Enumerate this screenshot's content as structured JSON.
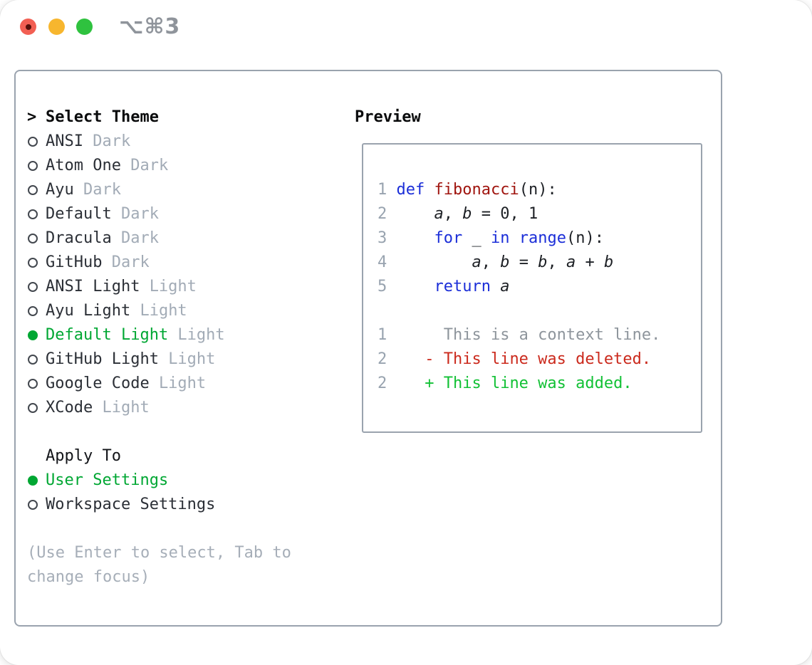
{
  "window": {
    "shortcut_label": "⌥⌘3",
    "controls": [
      "close",
      "minimize",
      "zoom"
    ]
  },
  "colors": {
    "green": "#00a733",
    "addgreen": "#12c135",
    "red": "#cb2a1d",
    "darkred": "#a0150f",
    "blue": "#1b2ed8",
    "border": "#9aa3ae",
    "muted": "#a2abb6",
    "hint": "#a6aeb8",
    "num": "#98a3af",
    "ctx": "#8e959c",
    "tl-red": "#f25f53",
    "tl-red-dot": "#55100a",
    "tl-yellow": "#f7b62e",
    "tl-green": "#2fc23f"
  },
  "left": {
    "title": "Select Theme",
    "cursor": ">",
    "themes": [
      {
        "name": "ANSI",
        "variant": "Dark",
        "selected": false
      },
      {
        "name": "Atom One",
        "variant": "Dark",
        "selected": false
      },
      {
        "name": "Ayu",
        "variant": "Dark",
        "selected": false
      },
      {
        "name": "Default",
        "variant": "Dark",
        "selected": false
      },
      {
        "name": "Dracula",
        "variant": "Dark",
        "selected": false
      },
      {
        "name": "GitHub",
        "variant": "Dark",
        "selected": false
      },
      {
        "name": "ANSI Light",
        "variant": "Light",
        "selected": false
      },
      {
        "name": "Ayu Light",
        "variant": "Light",
        "selected": false
      },
      {
        "name": "Default Light",
        "variant": "Light",
        "selected": true
      },
      {
        "name": "GitHub Light",
        "variant": "Light",
        "selected": false
      },
      {
        "name": "Google Code",
        "variant": "Light",
        "selected": false
      },
      {
        "name": "XCode",
        "variant": "Light",
        "selected": false
      }
    ],
    "apply_title": "Apply To",
    "apply_options": [
      {
        "label": "User Settings",
        "selected": true
      },
      {
        "label": "Workspace Settings",
        "selected": false
      }
    ],
    "hint": "(Use Enter to select, Tab to change focus)"
  },
  "preview": {
    "title": "Preview",
    "lines": [
      [
        {
          "t": "1 ",
          "c": "num"
        },
        {
          "t": "def",
          "c": "kw"
        },
        {
          "t": " ",
          "c": "plain"
        },
        {
          "t": "fibonacci",
          "c": "fn"
        },
        {
          "t": "(n):",
          "c": "plain"
        }
      ],
      [
        {
          "t": "2 ",
          "c": "num"
        },
        {
          "t": "    ",
          "c": "plain"
        },
        {
          "t": "a",
          "c": "var"
        },
        {
          "t": ", ",
          "c": "plain"
        },
        {
          "t": "b",
          "c": "var"
        },
        {
          "t": " = 0, 1",
          "c": "plain"
        }
      ],
      [
        {
          "t": "3 ",
          "c": "num"
        },
        {
          "t": "    ",
          "c": "plain"
        },
        {
          "t": "for",
          "c": "kw"
        },
        {
          "t": " _ ",
          "c": "plain"
        },
        {
          "t": "in",
          "c": "kw"
        },
        {
          "t": " ",
          "c": "plain"
        },
        {
          "t": "range",
          "c": "kw"
        },
        {
          "t": "(n):",
          "c": "plain"
        }
      ],
      [
        {
          "t": "4 ",
          "c": "num"
        },
        {
          "t": "        ",
          "c": "plain"
        },
        {
          "t": "a",
          "c": "var"
        },
        {
          "t": ", ",
          "c": "plain"
        },
        {
          "t": "b",
          "c": "var"
        },
        {
          "t": " = ",
          "c": "plain"
        },
        {
          "t": "b",
          "c": "var"
        },
        {
          "t": ", ",
          "c": "plain"
        },
        {
          "t": "a",
          "c": "var"
        },
        {
          "t": " + ",
          "c": "plain"
        },
        {
          "t": "b",
          "c": "var"
        }
      ],
      [
        {
          "t": "5 ",
          "c": "num"
        },
        {
          "t": "    ",
          "c": "plain"
        },
        {
          "t": "return",
          "c": "kw"
        },
        {
          "t": " ",
          "c": "plain"
        },
        {
          "t": "a",
          "c": "var"
        }
      ],
      [],
      [
        {
          "t": "1",
          "c": "num"
        },
        {
          "t": "      This is a context line.",
          "c": "ctx"
        }
      ],
      [
        {
          "t": "2",
          "c": "num"
        },
        {
          "t": "    ",
          "c": "plain"
        },
        {
          "t": "- This line was deleted.",
          "c": "del"
        }
      ],
      [
        {
          "t": "2",
          "c": "num"
        },
        {
          "t": "    ",
          "c": "plain"
        },
        {
          "t": "+ This line was added.",
          "c": "add"
        }
      ]
    ]
  }
}
